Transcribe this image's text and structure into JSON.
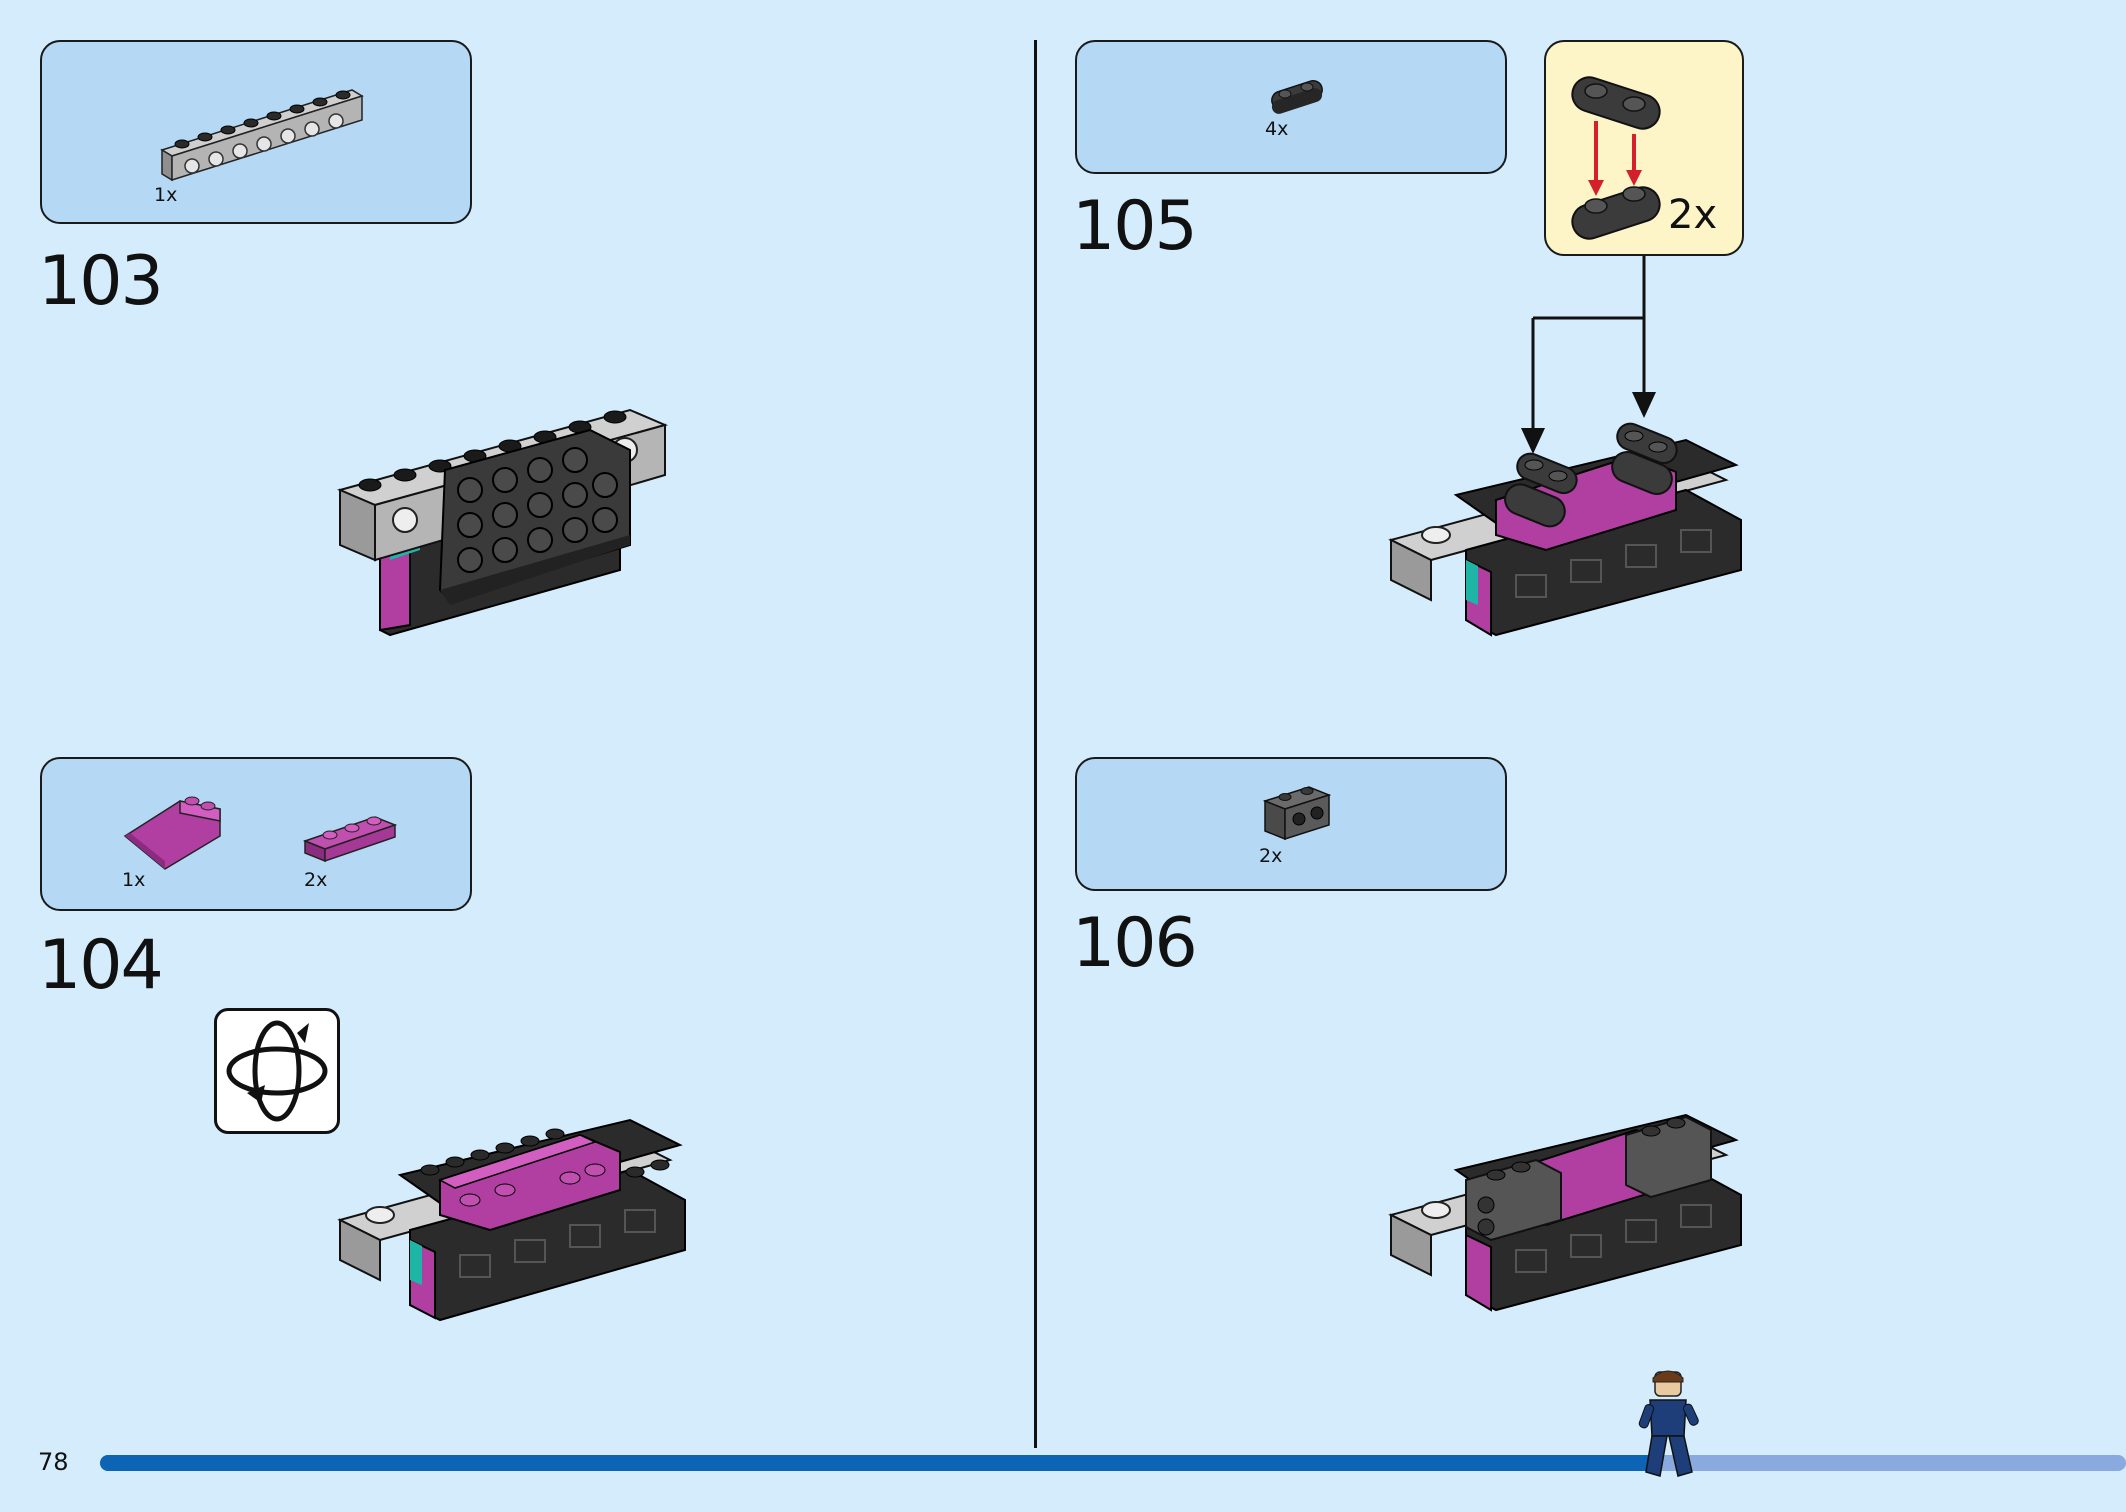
{
  "page_number": "78",
  "progress": {
    "fraction": 0.77
  },
  "steps": [
    {
      "number": "103",
      "parts": [
        {
          "qty": "1x",
          "part": "light gray technic beam 1x8 with holes"
        }
      ]
    },
    {
      "number": "104",
      "parts": [
        {
          "qty": "1x",
          "part": "magenta slope 2x3"
        },
        {
          "qty": "2x",
          "part": "magenta plate 1x3"
        }
      ],
      "rotate_model": true
    },
    {
      "number": "105",
      "parts": [
        {
          "qty": "4x",
          "part": "dark gray plate 1x2 rounded"
        }
      ],
      "subassembly_qty": "2x"
    },
    {
      "number": "106",
      "parts": [
        {
          "qty": "2x",
          "part": "dark gray brick 1x2 with studs on side"
        }
      ]
    }
  ],
  "colors": {
    "background": "#d4ecfb",
    "callout": "#b5d8f5",
    "subassembly": "#fdf5c8",
    "magenta": "#b13fa1",
    "dark_gray": "#2c2c2c",
    "light_gray": "#a5a5a5",
    "progress_fill": "#0d64b4",
    "progress_track": "#8aa9de",
    "arrow_red": "#d4202a"
  }
}
